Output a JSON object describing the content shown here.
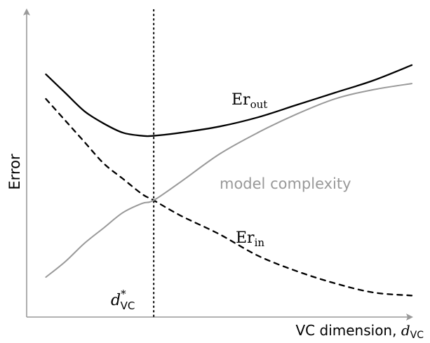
{
  "chart_data": {
    "type": "line",
    "xlabel_text": "VC dimension, ",
    "xlabel_symbol": "d",
    "xlabel_subscript": "VC",
    "ylabel": "Error",
    "xlim": [
      0,
      1
    ],
    "ylim": [
      0,
      1
    ],
    "grid": false,
    "legend": "none",
    "vline": {
      "x": 0.33,
      "style": "dotted",
      "label_symbol": "d",
      "label_superscript": "*",
      "label_subscript": "VC"
    },
    "series": [
      {
        "name": "Er_out",
        "label_main": "Er",
        "label_sub": "out",
        "style": "solid",
        "color": "#000000",
        "x": [
          0.05,
          0.1,
          0.15,
          0.2,
          0.25,
          0.3,
          0.33,
          0.4,
          0.5,
          0.6,
          0.7,
          0.8,
          0.9,
          1.0
        ],
        "y": [
          0.79,
          0.73,
          0.67,
          0.63,
          0.6,
          0.59,
          0.59,
          0.6,
          0.62,
          0.65,
          0.69,
          0.73,
          0.77,
          0.82
        ]
      },
      {
        "name": "Er_in",
        "label_main": "Er",
        "label_sub": "in",
        "style": "dashed",
        "color": "#000000",
        "x": [
          0.05,
          0.1,
          0.15,
          0.2,
          0.25,
          0.3,
          0.33,
          0.4,
          0.5,
          0.6,
          0.7,
          0.8,
          0.9,
          1.0
        ],
        "y": [
          0.71,
          0.64,
          0.57,
          0.5,
          0.45,
          0.4,
          0.38,
          0.33,
          0.27,
          0.2,
          0.15,
          0.11,
          0.08,
          0.07
        ]
      },
      {
        "name": "model complexity",
        "label_main": "model complexity",
        "style": "solid",
        "color": "#999999",
        "x": [
          0.05,
          0.1,
          0.15,
          0.2,
          0.25,
          0.3,
          0.33,
          0.4,
          0.5,
          0.6,
          0.7,
          0.8,
          0.9,
          1.0
        ],
        "y": [
          0.13,
          0.18,
          0.24,
          0.29,
          0.34,
          0.37,
          0.38,
          0.44,
          0.53,
          0.6,
          0.66,
          0.71,
          0.74,
          0.76
        ]
      }
    ]
  }
}
